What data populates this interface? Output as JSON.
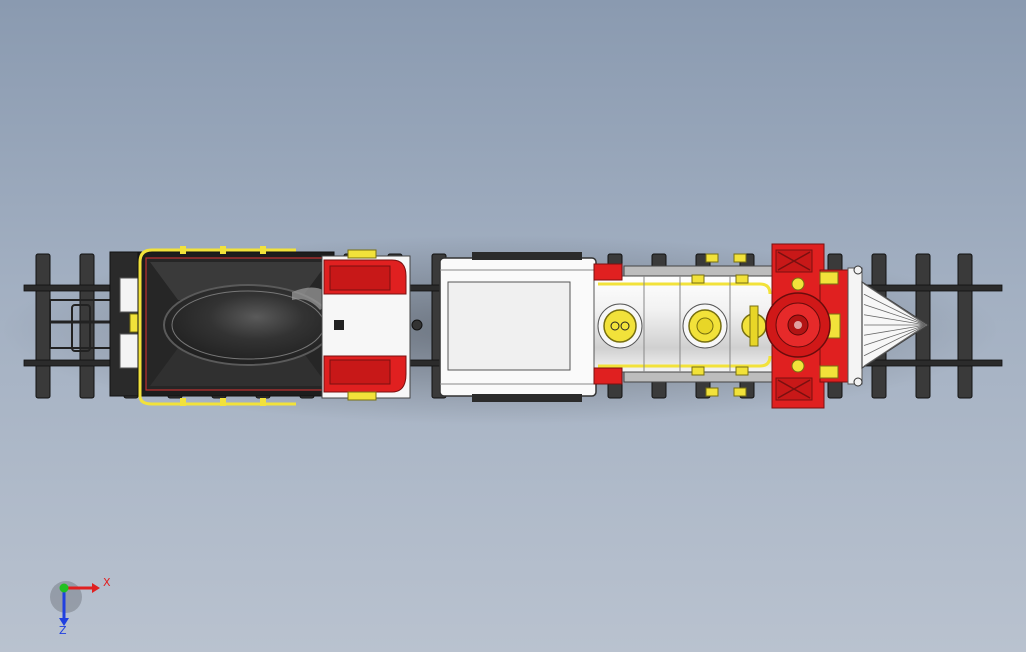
{
  "viewport": {
    "background_top": "#8a9ab0",
    "background_bottom": "#b9c2cf"
  },
  "model": {
    "parts": [
      "track",
      "tender",
      "cab",
      "boiler",
      "smokebox",
      "cowcatcher"
    ],
    "colors": {
      "rail": "#2b2b2b",
      "tie": "#3a3a3a",
      "coal": "#262626",
      "brass": "#f2e23a",
      "red": "#e02020",
      "white": "#f7f7f7",
      "silver": "#d9d9d9"
    }
  },
  "triad": {
    "x_label": "X",
    "z_label": "Z",
    "x_color": "#e02020",
    "y_color": "#22c022",
    "z_color": "#2040e0"
  }
}
